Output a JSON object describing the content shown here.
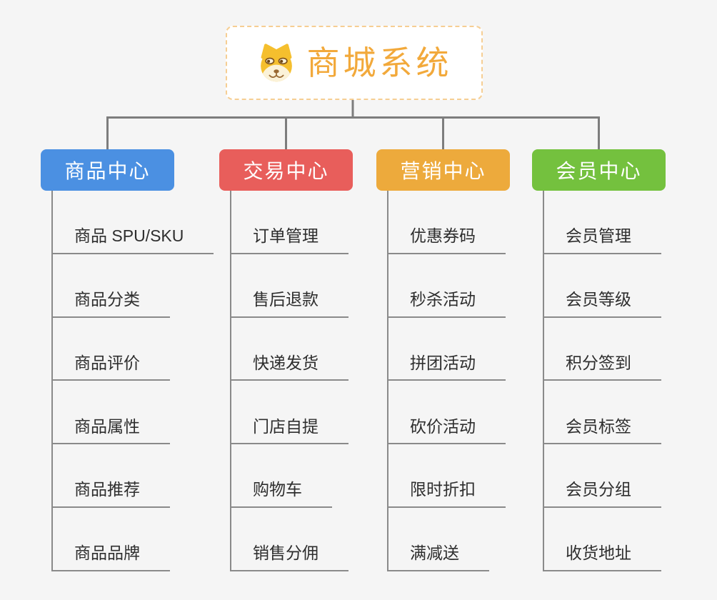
{
  "root": {
    "title": "商城系统",
    "icon": "doge-face-icon"
  },
  "branches": [
    {
      "label": "商品中心",
      "color": "#4B90E2",
      "items": [
        "商品 SPU/SKU",
        "商品分类",
        "商品评价",
        "商品属性",
        "商品推荐",
        "商品品牌"
      ]
    },
    {
      "label": "交易中心",
      "color": "#E85E5B",
      "items": [
        "订单管理",
        "售后退款",
        "快递发货",
        "门店自提",
        "购物车",
        "销售分佣"
      ]
    },
    {
      "label": "营销中心",
      "color": "#EDAA3C",
      "items": [
        "优惠券码",
        "秒杀活动",
        "拼团活动",
        "砍价活动",
        "限时折扣",
        "满减送"
      ]
    },
    {
      "label": "会员中心",
      "color": "#74C13E",
      "items": [
        "会员管理",
        "会员等级",
        "积分签到",
        "会员标签",
        "会员分组",
        "收货地址"
      ]
    }
  ],
  "colors": {
    "background": "#F5F5F5",
    "title_text": "#F2A93B",
    "root_border": "#F6CE93",
    "connector_line": "#7D7D7D",
    "item_line": "#8A8A8A",
    "item_text": "#2E2E2E"
  }
}
